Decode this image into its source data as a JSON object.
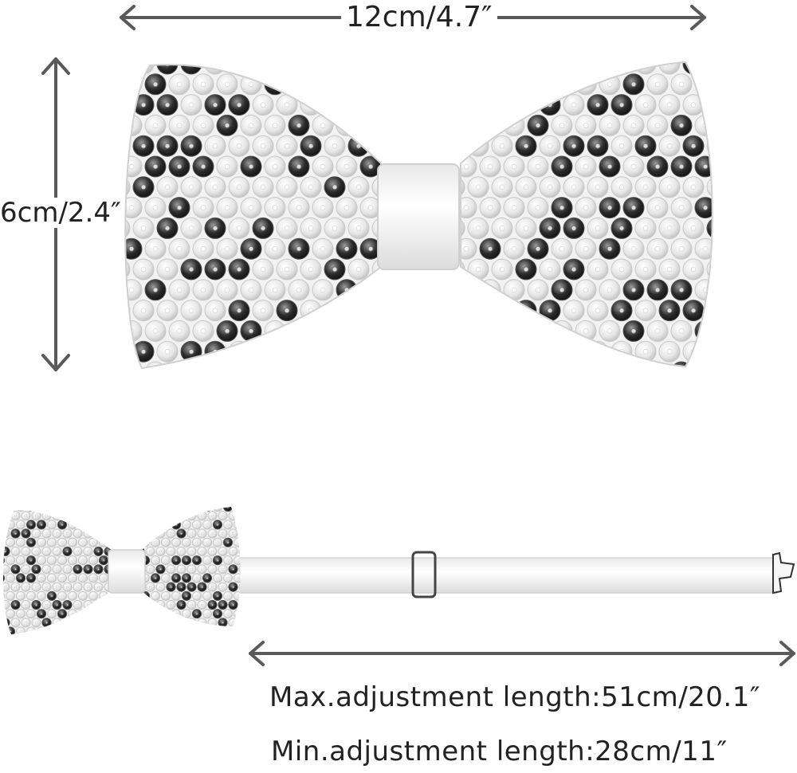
{
  "dimensions": {
    "width_label": "12cm/4.7″",
    "height_label": "6cm/2.4″",
    "max_adjustment_label": "Max.adjustment length:51cm/20.1″",
    "min_adjustment_label": "Min.adjustment length:28cm/11″"
  },
  "colors": {
    "arrow": "#5a5a5a",
    "satin": "#f4f4f4",
    "sequin_light": "#e2e2e2",
    "sequin_dark": "#2a2a2a",
    "text": "#222222"
  }
}
